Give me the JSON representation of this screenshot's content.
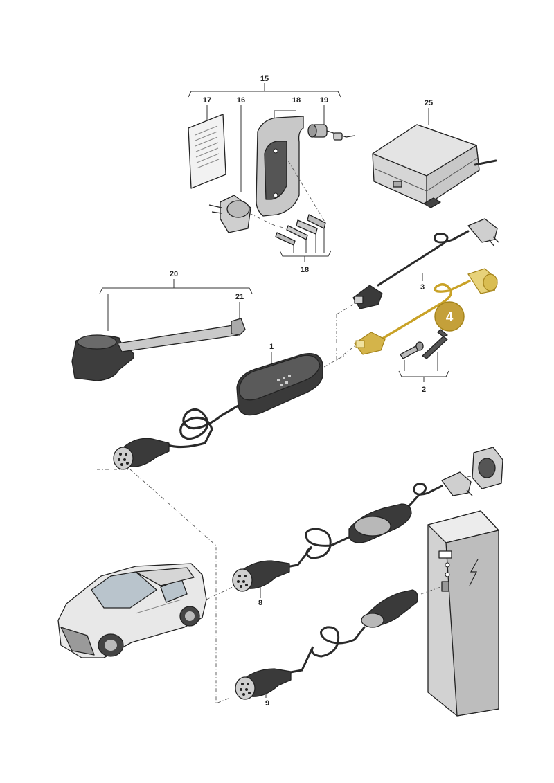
{
  "callouts": {
    "c1": "1",
    "c2": "2",
    "c3": "3",
    "c4": "4",
    "c8": "8",
    "c9": "9",
    "c15": "15",
    "c16": "16",
    "c17": "17",
    "c18a": "18",
    "c18b": "18",
    "c19": "19",
    "c20": "20",
    "c21": "21",
    "c25": "25"
  },
  "colors": {
    "highlight": "#c9a227",
    "highlight_badge": "#c4a03a",
    "line": "#222222",
    "part_fill": "#d9d9d9",
    "dark_fill": "#3a3a3a"
  }
}
